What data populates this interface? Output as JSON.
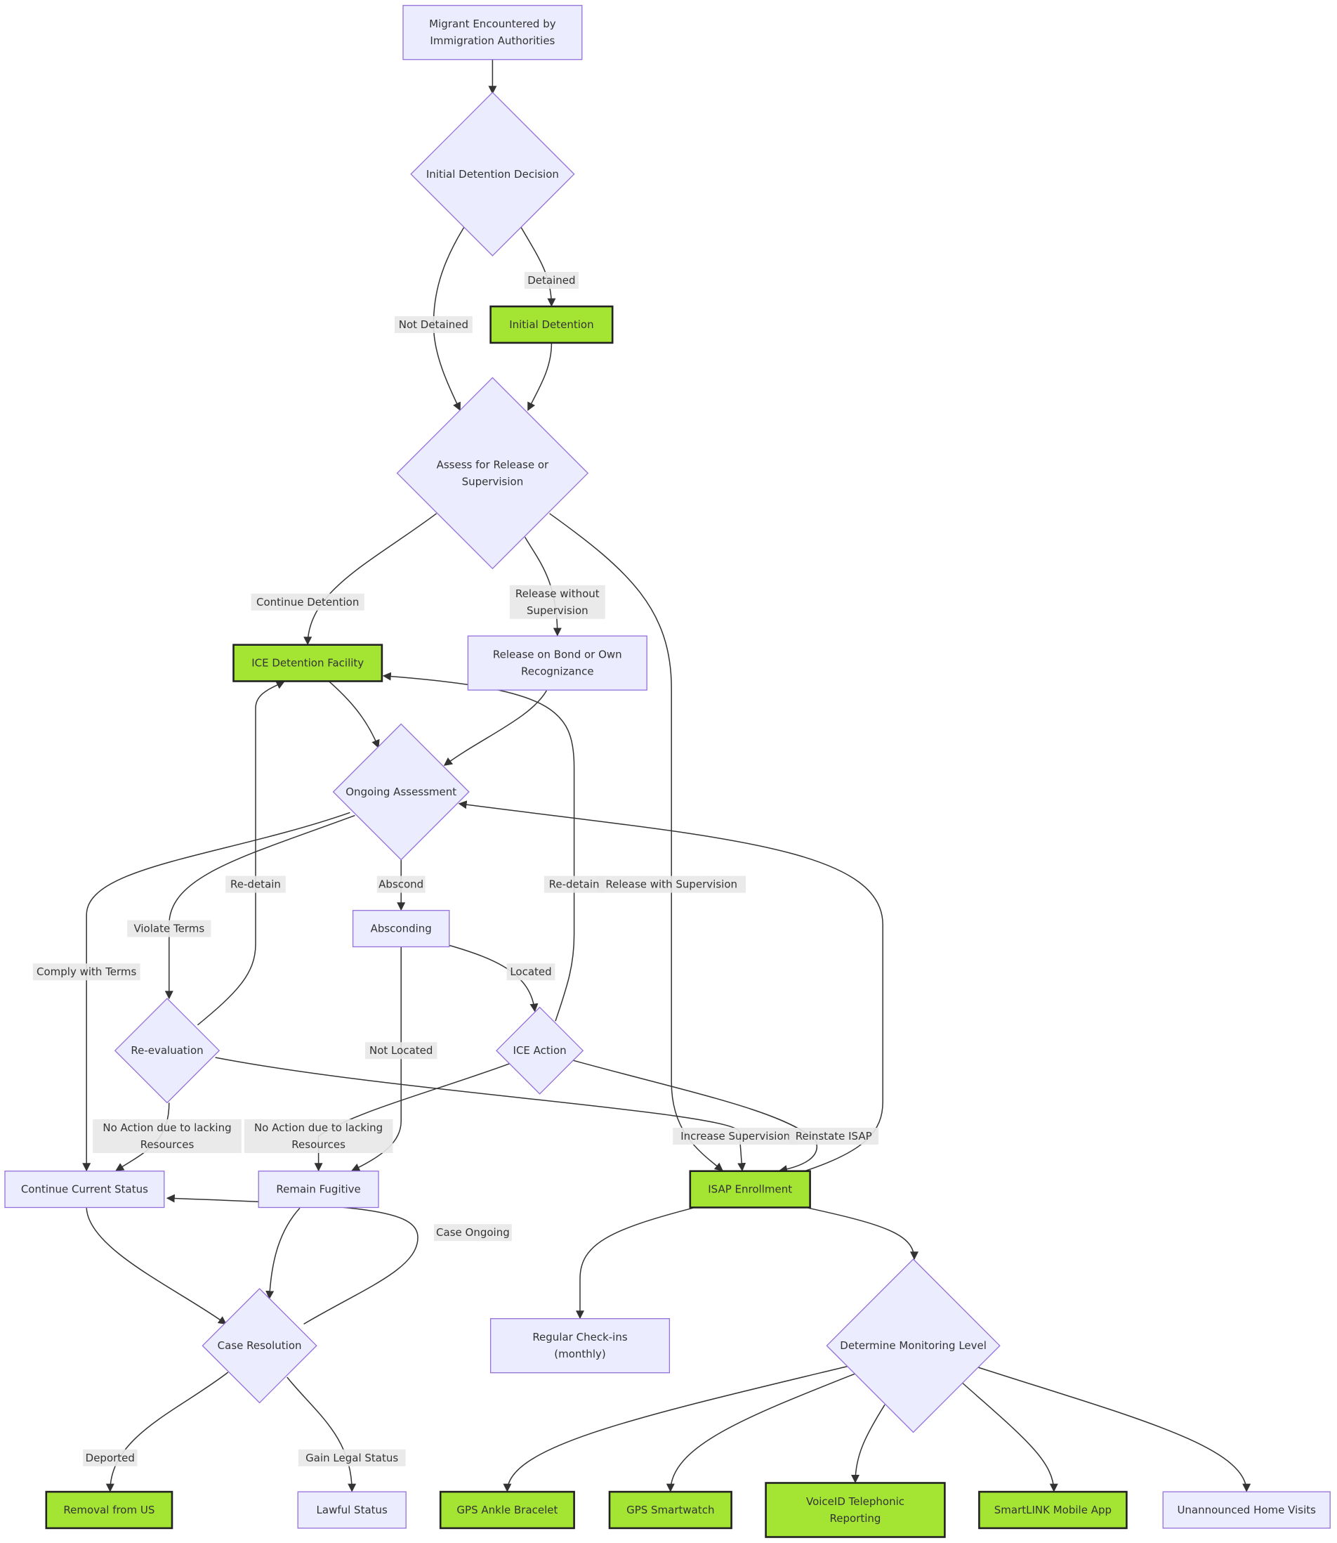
{
  "colors": {
    "node_fill": "#ECECFF",
    "node_stroke": "#9370DB",
    "highlight_fill": "#A4E534",
    "highlight_stroke": "#222222",
    "edge": "#333333",
    "label_bg": "#E8E8E8",
    "text": "#333333"
  },
  "nodes": {
    "encounter": {
      "lines": [
        "Migrant Encountered by",
        "Immigration Authorities"
      ],
      "shape": "rect",
      "highlight": false
    },
    "initial_decision": {
      "lines": [
        "Initial Detention Decision"
      ],
      "shape": "diamond",
      "highlight": false
    },
    "initial_detention": {
      "lines": [
        "Initial Detention"
      ],
      "shape": "rect",
      "highlight": true
    },
    "assess": {
      "lines": [
        "Assess for Release or",
        "Supervision"
      ],
      "shape": "diamond",
      "highlight": false
    },
    "ice_facility": {
      "lines": [
        "ICE Detention Facility"
      ],
      "shape": "rect",
      "highlight": true
    },
    "release_bond": {
      "lines": [
        "Release on Bond or Own",
        "Recognizance"
      ],
      "shape": "rect",
      "highlight": false
    },
    "ongoing": {
      "lines": [
        "Ongoing Assessment"
      ],
      "shape": "diamond",
      "highlight": false
    },
    "absconding": {
      "lines": [
        "Absconding"
      ],
      "shape": "rect",
      "highlight": false
    },
    "reevaluation": {
      "lines": [
        "Re-evaluation"
      ],
      "shape": "diamond",
      "highlight": false
    },
    "ice_action": {
      "lines": [
        "ICE Action"
      ],
      "shape": "diamond",
      "highlight": false
    },
    "continue_status": {
      "lines": [
        "Continue Current Status"
      ],
      "shape": "rect",
      "highlight": false
    },
    "fugitive": {
      "lines": [
        "Remain Fugitive"
      ],
      "shape": "rect",
      "highlight": false
    },
    "isap": {
      "lines": [
        "ISAP Enrollment"
      ],
      "shape": "rect",
      "highlight": true
    },
    "case_resolution": {
      "lines": [
        "Case Resolution"
      ],
      "shape": "diamond",
      "highlight": false
    },
    "checkins": {
      "lines": [
        "Regular Check-ins",
        "(monthly)"
      ],
      "shape": "rect",
      "highlight": false
    },
    "monitoring": {
      "lines": [
        "Determine Monitoring Level"
      ],
      "shape": "diamond",
      "highlight": false
    },
    "removal": {
      "lines": [
        "Removal from US"
      ],
      "shape": "rect",
      "highlight": true
    },
    "lawful": {
      "lines": [
        "Lawful Status"
      ],
      "shape": "rect",
      "highlight": false
    },
    "gps_ankle": {
      "lines": [
        "GPS Ankle Bracelet"
      ],
      "shape": "rect",
      "highlight": true
    },
    "gps_watch": {
      "lines": [
        "GPS Smartwatch"
      ],
      "shape": "rect",
      "highlight": true
    },
    "voiceid": {
      "lines": [
        "VoiceID Telephonic",
        "Reporting"
      ],
      "shape": "rect",
      "highlight": true
    },
    "smartlink": {
      "lines": [
        "SmartLINK Mobile App"
      ],
      "shape": "rect",
      "highlight": true
    },
    "home_visits": {
      "lines": [
        "Unannounced Home Visits"
      ],
      "shape": "rect",
      "highlight": false
    }
  },
  "edges": [
    {
      "from": "encounter",
      "to": "initial_decision",
      "label": []
    },
    {
      "from": "initial_decision",
      "to": "initial_detention",
      "label": [
        "Detained"
      ]
    },
    {
      "from": "initial_decision",
      "to": "assess",
      "label": [
        "Not Detained"
      ]
    },
    {
      "from": "initial_detention",
      "to": "assess",
      "label": []
    },
    {
      "from": "assess",
      "to": "ice_facility",
      "label": [
        "Continue Detention"
      ]
    },
    {
      "from": "assess",
      "to": "release_bond",
      "label": [
        "Release without",
        "Supervision"
      ]
    },
    {
      "from": "assess",
      "to": "isap",
      "label": [
        "Release with Supervision"
      ]
    },
    {
      "from": "ice_facility",
      "to": "ongoing",
      "label": []
    },
    {
      "from": "release_bond",
      "to": "ongoing",
      "label": []
    },
    {
      "from": "isap",
      "to": "ongoing",
      "label": []
    },
    {
      "from": "ongoing",
      "to": "continue_status",
      "label": [
        "Comply with Terms"
      ]
    },
    {
      "from": "ongoing",
      "to": "reevaluation",
      "label": [
        "Violate Terms"
      ]
    },
    {
      "from": "ongoing",
      "to": "absconding",
      "label": [
        "Abscond"
      ]
    },
    {
      "from": "reevaluation",
      "to": "ice_facility",
      "label": [
        "Re-detain"
      ]
    },
    {
      "from": "reevaluation",
      "to": "continue_status",
      "label": [
        "No Action due to lacking",
        "Resources"
      ]
    },
    {
      "from": "reevaluation",
      "to": "isap",
      "label": [
        "Increase Supervision"
      ]
    },
    {
      "from": "absconding",
      "to": "ice_action",
      "label": [
        "Located"
      ]
    },
    {
      "from": "absconding",
      "to": "fugitive",
      "label": [
        "Not Located"
      ]
    },
    {
      "from": "ice_action",
      "to": "ice_facility",
      "label": [
        "Re-detain"
      ]
    },
    {
      "from": "ice_action",
      "to": "fugitive",
      "label": [
        "No Action due to lacking",
        "Resources"
      ]
    },
    {
      "from": "ice_action",
      "to": "isap",
      "label": [
        "Reinstate ISAP"
      ]
    },
    {
      "from": "continue_status",
      "to": "case_resolution",
      "label": []
    },
    {
      "from": "fugitive",
      "to": "case_resolution",
      "label": []
    },
    {
      "from": "case_resolution",
      "to": "continue_status",
      "label": [
        "Case Ongoing"
      ]
    },
    {
      "from": "case_resolution",
      "to": "removal",
      "label": [
        "Deported"
      ]
    },
    {
      "from": "case_resolution",
      "to": "lawful",
      "label": [
        "Gain Legal Status"
      ]
    },
    {
      "from": "isap",
      "to": "checkins",
      "label": []
    },
    {
      "from": "isap",
      "to": "monitoring",
      "label": []
    },
    {
      "from": "monitoring",
      "to": "gps_ankle",
      "label": []
    },
    {
      "from": "monitoring",
      "to": "gps_watch",
      "label": []
    },
    {
      "from": "monitoring",
      "to": "voiceid",
      "label": []
    },
    {
      "from": "monitoring",
      "to": "smartlink",
      "label": []
    },
    {
      "from": "monitoring",
      "to": "home_visits",
      "label": []
    }
  ]
}
